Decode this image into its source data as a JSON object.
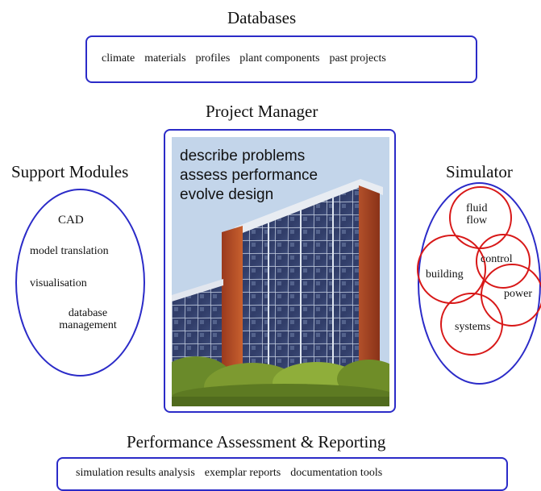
{
  "databases": {
    "title": "Databases",
    "items": [
      "climate",
      "materials",
      "profiles",
      "plant components",
      "past projects"
    ]
  },
  "project_manager": {
    "title": "Project Manager",
    "lines": [
      "describe problems",
      "assess performance",
      "evolve design"
    ]
  },
  "support_modules": {
    "title": "Support Modules",
    "items": [
      "CAD",
      "model translation",
      "visualisation",
      "database\nmanagement"
    ]
  },
  "simulator": {
    "title": "Simulator",
    "circles": [
      "fluid\nflow",
      "control",
      "building",
      "power",
      "systems"
    ]
  },
  "reporting": {
    "title": "Performance Assessment & Reporting",
    "items": [
      "simulation results analysis",
      "exemplar reports",
      "documentation tools"
    ]
  },
  "colors": {
    "outline_blue": "#2b2bc8",
    "circle_red": "#d81818"
  }
}
